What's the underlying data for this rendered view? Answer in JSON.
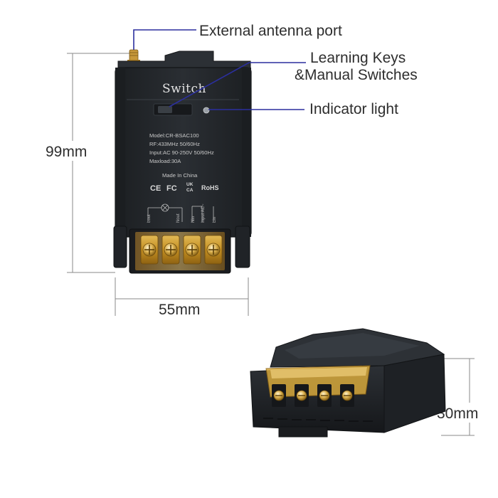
{
  "callouts": {
    "antenna": "External antenna port",
    "keys_line1": "Learning Keys",
    "keys_line2": "&Manual Switches",
    "indicator": "Indicator light"
  },
  "dimensions": {
    "height": "99mm",
    "width": "55mm",
    "depth": "30mm"
  },
  "device": {
    "brand": "Switch",
    "model": "Model:CR-BSAC100",
    "rf": "RF:433MHz 50/60Hz",
    "input": "Input:AC 90-250V 50/60Hz",
    "maxload": "Maxload:30A",
    "origin": "Made In China",
    "marks": {
      "ce": "CE",
      "fc": "FC",
      "uk": "UK",
      "ca": "CA",
      "rohs": "RoHS"
    },
    "terminals": {
      "lout": "Lout",
      "nout": "Nout",
      "nin": "Nin",
      "input_ac": "Input AC~",
      "lin": "Lin"
    }
  },
  "colors": {
    "accent_line": "#2b2f9e",
    "dimension_line": "#8a8a8a",
    "housing": "#23272b",
    "terminal_brass": "#c99a2e"
  }
}
